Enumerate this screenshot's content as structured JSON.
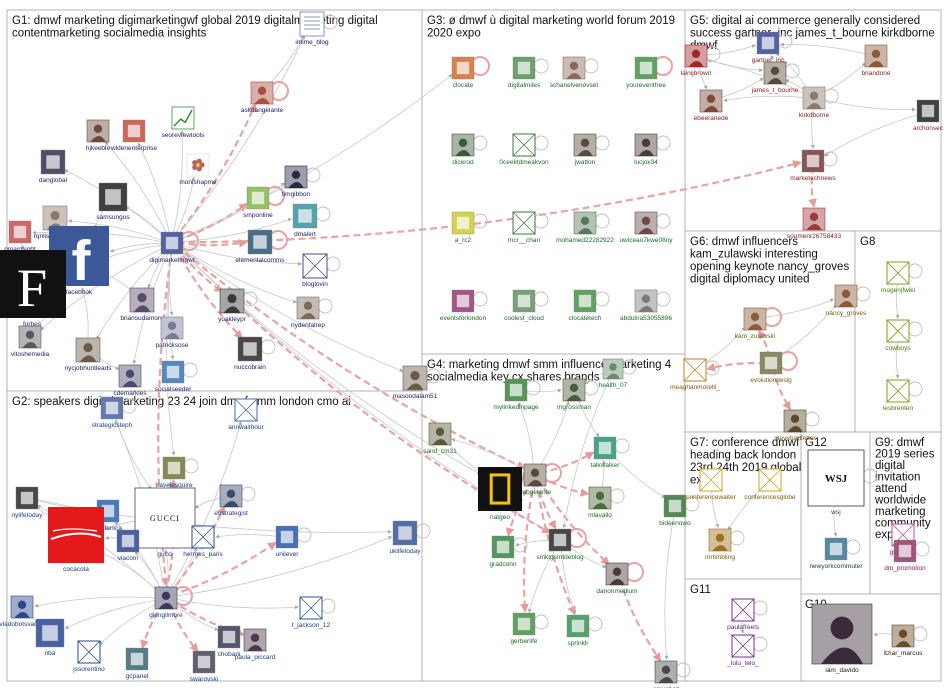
{
  "groups": [
    {
      "id": "G1",
      "title": [
        "G1: dmwf marketing digimarketingwf global 2019 digitalmarketing digital",
        "contentmarketing socialmedia insights"
      ],
      "label_color": "#1a1a6e"
    },
    {
      "id": "G2",
      "title": [
        "G2: speakers digitalmarketing 23 24 join dmwf smm london cmo ai"
      ],
      "label_color": "#1a3a8a"
    },
    {
      "id": "G3",
      "title": [
        "G3: ø dmwf ù digital marketing world forum 2019",
        "2020 expo"
      ],
      "label_color": "#1a6a2a"
    },
    {
      "id": "G4",
      "title": [
        "G4: marketing dmwf smm influencermarketing 4",
        "socialmedia key cx shares brands"
      ],
      "label_color": "#1a6a2a"
    },
    {
      "id": "G5",
      "title": [
        "G5: digital ai commerce generally considered",
        "success gartner_inc james_t_bourne kirkdborne",
        "dmwf"
      ],
      "label_color": "#8a1a1a"
    },
    {
      "id": "G6",
      "title": [
        "G6: dmwf influencers",
        "kam_zulawski interesting",
        "opening keynote nancy_groves",
        "digital diplomacy united"
      ],
      "label_color": "#7a5a10"
    },
    {
      "id": "G7",
      "title": [
        "G7: conference dmwf",
        "heading back london",
        "23rd 24th 2019 global",
        "expo"
      ],
      "label_color": "#7a5a10"
    },
    {
      "id": "G8",
      "title": [
        "G8"
      ],
      "label_color": "#4a7a10"
    },
    {
      "id": "G9",
      "title": [
        "G9: dmwf",
        "2019 series",
        "digital",
        "invitation",
        "attend",
        "worldwide",
        "marketing",
        "community",
        "explore"
      ],
      "label_color": "#8a1a5a"
    },
    {
      "id": "G10",
      "title": [
        "G10"
      ],
      "label_color": "#1a1a1a"
    },
    {
      "id": "G11",
      "title": [
        "G11"
      ],
      "label_color": "#5a1a8a"
    },
    {
      "id": "G12",
      "title": [
        "G12"
      ],
      "label_color": "#1a3a5a"
    }
  ],
  "nodes": [
    {
      "id": "intime_blog",
      "group": "G1",
      "label": "intime_blog",
      "icon": "document-icon",
      "color": "#6a7aa8"
    },
    {
      "id": "askdangelante",
      "group": "G1",
      "label": "askdangelante",
      "icon": "avatar-icon",
      "color": "#a85040"
    },
    {
      "id": "seoreviewtools",
      "group": "G1",
      "label": "seoreviewtools",
      "icon": "chart-icon",
      "color": "#3a8a3a"
    },
    {
      "id": "hjkeeble",
      "group": "G1",
      "label": "hjkeeble",
      "icon": "avatar-icon",
      "color": "#6a4a3a"
    },
    {
      "id": "widenenterprise",
      "group": "G1",
      "label": "widenenterprise",
      "icon": "logo-icon",
      "color": "#c04030"
    },
    {
      "id": "monishapme",
      "group": "G1",
      "label": "monishapme",
      "icon": "flower-icon",
      "color": "#c06060"
    },
    {
      "id": "danglobal",
      "group": "G1",
      "label": "danglobal",
      "icon": "logo-icon",
      "color": "#222244"
    },
    {
      "id": "timgibbon",
      "group": "G1",
      "label": "timgibbon",
      "icon": "avatar-icon",
      "color": "#2a2a44"
    },
    {
      "id": "samsungus",
      "group": "G1",
      "label": "samsungus",
      "icon": "logo-icon",
      "color": "#101010"
    },
    {
      "id": "smponline",
      "group": "G1",
      "label": "smponline",
      "icon": "logo-icon",
      "color": "#7ab040"
    },
    {
      "id": "dmalert",
      "group": "G1",
      "label": "dmalert",
      "icon": "logo-icon",
      "color": "#2a8a9a"
    },
    {
      "id": "rqnliskhxx3tlc2",
      "group": "G1",
      "label": "rqnliskhxx3tlc2",
      "icon": "avatar-icon",
      "color": "#8a7a6a"
    },
    {
      "id": "gmainsight",
      "group": "G1",
      "label": "gmainsight",
      "icon": "logo-icon",
      "color": "#c04040"
    },
    {
      "id": "digimarketingwf",
      "group": "G1",
      "label": "digimarketingwf",
      "icon": "logo-icon",
      "color": "#2a3a8a"
    },
    {
      "id": "elementalcomms",
      "group": "G1",
      "label": "elementalcomms",
      "icon": "logo-icon",
      "color": "#1a4a6a"
    },
    {
      "id": "facebook",
      "group": "G1",
      "label": "facebook",
      "icon": "facebook-icon",
      "color": "#3b5998"
    },
    {
      "id": "bloglovin",
      "group": "G1",
      "label": "bloglovin",
      "icon": "blank-icon",
      "color": "#4a4a8a"
    },
    {
      "id": "forbes",
      "group": "G1",
      "label": "forbes",
      "icon": "forbes-icon",
      "color": "#111111"
    },
    {
      "id": "briansudamore",
      "group": "G1",
      "label": "briansudamore",
      "icon": "avatar-icon",
      "color": "#5a4a6a"
    },
    {
      "id": "yoakleypr",
      "group": "G1",
      "label": "yoakleypr",
      "icon": "avatar-icon",
      "color": "#3a3a3a"
    },
    {
      "id": "nydentalrep",
      "group": "G1",
      "label": "nydentalrep",
      "icon": "avatar-icon",
      "color": "#7a6a5a"
    },
    {
      "id": "vitoshemedia",
      "group": "G1",
      "label": "vitoshemedia",
      "icon": "avatar-icon",
      "color": "#5a5a5a"
    },
    {
      "id": "patricksose",
      "group": "G1",
      "label": "patricksose",
      "icon": "avatar-icon",
      "color": "#7a7a9a"
    },
    {
      "id": "nuccobrain",
      "group": "G1",
      "label": "nuccobrain",
      "icon": "logo-icon",
      "color": "#1a1a1a"
    },
    {
      "id": "nycjobhuntleads",
      "group": "G1",
      "label": "nycjobhuntleads",
      "icon": "avatar-icon",
      "color": "#6a5a4a"
    },
    {
      "id": "cdemarkles",
      "group": "G1",
      "label": "cdemarkles",
      "icon": "avatar-icon",
      "color": "#4a4a6a"
    },
    {
      "id": "socialseeder",
      "group": "G1",
      "label": "socialseeder",
      "icon": "logo-icon",
      "color": "#2a6aaa"
    },
    {
      "id": "masoodalam51",
      "group": "G1",
      "label": "masoodalam51",
      "icon": "avatar-icon",
      "color": "#6a5a4a"
    },
    {
      "id": "clocate",
      "group": "G3",
      "label": "clocate",
      "icon": "logo-icon",
      "color": "#d06020"
    },
    {
      "id": "digitalmiles",
      "group": "G3",
      "label": "digitalmiles",
      "icon": "logo-icon",
      "color": "#4a8a4a"
    },
    {
      "id": "schanelvenovset",
      "group": "G3",
      "label": "schanelvenovset",
      "icon": "avatar-icon",
      "color": "#8a6a5a"
    },
    {
      "id": "youreventfree",
      "group": "G3",
      "label": "youreventfree",
      "icon": "logo-icon",
      "color": "#3a8a3a"
    },
    {
      "id": "dicerod",
      "group": "G3",
      "label": "dicerod",
      "icon": "avatar-icon",
      "color": "#3a5a3a"
    },
    {
      "id": "0ceektdmeakvon",
      "group": "G3",
      "label": "0ceektdmeakvon",
      "icon": "blank-icon",
      "color": "#3a7a3a"
    },
    {
      "id": "jwatton",
      "group": "G3",
      "label": "jwatton",
      "icon": "avatar-icon",
      "color": "#5a4a3a"
    },
    {
      "id": "lucjox34",
      "group": "G3",
      "label": "lucjox34",
      "icon": "avatar-icon",
      "color": "#4a3a3a"
    },
    {
      "id": "a_rc2",
      "group": "G3",
      "label": "a_rc2",
      "icon": "logo-icon",
      "color": "#c8c820"
    },
    {
      "id": "mcr__chan",
      "group": "G3",
      "label": "mcr__chan",
      "icon": "blank-icon",
      "color": "#3a7a3a"
    },
    {
      "id": "mohamed22282922",
      "group": "G3",
      "label": "mohamed22282922",
      "icon": "avatar-icon",
      "color": "#5a7a5a"
    },
    {
      "id": "uwiceao7kwe08ny",
      "group": "G3",
      "label": "uwiceao7kwe08ny",
      "icon": "avatar-icon",
      "color": "#6a4a4a"
    },
    {
      "id": "eventsforlondon",
      "group": "G3",
      "label": "eventsforlondon",
      "icon": "logo-icon",
      "color": "#8a2a6a"
    },
    {
      "id": "coolest_cloud",
      "group": "G3",
      "label": "coolest_cloud",
      "icon": "logo-icon",
      "color": "#5a8a5a"
    },
    {
      "id": "clocatetech",
      "group": "G3",
      "label": "clocatetech",
      "icon": "logo-icon",
      "color": "#3a8a3a"
    },
    {
      "id": "abdulira53055896",
      "group": "G3",
      "label": "abdulira53055896",
      "icon": "avatar-icon",
      "color": "#7a7a7a"
    },
    {
      "id": "lainijbrown",
      "group": "G5",
      "label": "lainijbrown",
      "icon": "avatar-icon",
      "color": "#a02a2a"
    },
    {
      "id": "gartner_inc",
      "group": "G5",
      "label": "gartner_inc",
      "icon": "logo-icon",
      "color": "#2a3a8a"
    },
    {
      "id": "briandone",
      "group": "G5",
      "label": "briandone",
      "icon": "avatar-icon",
      "color": "#8a5a3a"
    },
    {
      "id": "james_t_bourne",
      "group": "G5",
      "label": "james_t_bourne",
      "icon": "avatar-icon",
      "color": "#5a4a3a"
    },
    {
      "id": "ebeeranede",
      "group": "G5",
      "label": "ebeeranede",
      "icon": "avatar-icon",
      "color": "#7a4a3a"
    },
    {
      "id": "kirkdborne",
      "group": "G5",
      "label": "kirkdborne",
      "icon": "avatar-icon",
      "color": "#8a7a6a"
    },
    {
      "id": "archonsec",
      "group": "G5",
      "label": "archonsec",
      "icon": "logo-icon",
      "color": "#111111"
    },
    {
      "id": "marketechnews",
      "group": "G5",
      "label": "marketechnews",
      "icon": "logo-icon",
      "color": "#6a2a2a"
    },
    {
      "id": "soumenr26758433",
      "group": "G5",
      "label": "soumenr26758433",
      "icon": "avatar-icon",
      "color": "#a03a3a"
    },
    {
      "id": "kam_zulawski",
      "group": "G6",
      "label": "kam_zulawski",
      "icon": "avatar-icon",
      "color": "#8a5a3a"
    },
    {
      "id": "nancy_groves",
      "group": "G6",
      "label": "nancy_groves",
      "icon": "avatar-icon",
      "color": "#8a5a3a"
    },
    {
      "id": "meaghanmorelli",
      "group": "G6",
      "label": "meaghanmorelli_",
      "icon": "blank-icon",
      "color": "#c08020"
    },
    {
      "id": "evolutiondesig",
      "group": "G6",
      "label": "evolutiondesig",
      "icon": "logo-icon",
      "color": "#6a6a3a"
    },
    {
      "id": "stevehartletter",
      "group": "G6",
      "label": "stevehartletter",
      "icon": "avatar-icon",
      "color": "#5a4a2a"
    },
    {
      "id": "mogenjfwikl",
      "group": "G8",
      "label": "mogenjfwikl",
      "icon": "blank-icon",
      "color": "#7aa020"
    },
    {
      "id": "cowboys",
      "group": "G8",
      "label": "cowboys",
      "icon": "blank-icon",
      "color": "#7aa020"
    },
    {
      "id": "lesbrenten",
      "group": "G8",
      "label": "lesbrenten",
      "icon": "blank-icon",
      "color": "#7aa020"
    },
    {
      "id": "wsj",
      "group": "G12",
      "label": "wsj",
      "icon": "wsj-icon",
      "color": "#222222"
    },
    {
      "id": "newyorkcommuter",
      "group": "G12",
      "label": "newyorkcommuter",
      "icon": "logo-icon",
      "color": "#2a6a8a"
    },
    {
      "id": "gm_andy",
      "group": "G9",
      "label": "gm_andy",
      "icon": "blank-icon",
      "color": "#c050a0"
    },
    {
      "id": "dm_promotion",
      "group": "G9",
      "label": "dm_promotion",
      "icon": "logo-icon",
      "color": "#8a2a5a"
    },
    {
      "id": "conferenceswaiter",
      "group": "G7",
      "label": "conferencewaiter",
      "icon": "blank-icon",
      "color": "#d0a020"
    },
    {
      "id": "conferencesglobe",
      "group": "G7",
      "label": "conferencesglobe",
      "icon": "blank-icon",
      "color": "#d0a020"
    },
    {
      "id": "mrtimbling",
      "group": "G7",
      "label": "mrtimbling",
      "icon": "avatar-icon",
      "color": "#a07020"
    },
    {
      "id": "paulafreels",
      "group": "G11",
      "label": "paulafreels",
      "icon": "blank-icon",
      "color": "#7a2a9a"
    },
    {
      "id": "_lulu_telo_",
      "group": "G11",
      "label": "_lulu_telo_",
      "icon": "blank-icon",
      "color": "#7a2a9a"
    },
    {
      "id": "iam_davido",
      "group": "G10",
      "label": "iam_davido",
      "icon": "avatar-icon",
      "color": "#3a2a3a"
    },
    {
      "id": "itziar_marcus",
      "group": "G10",
      "label": "itziar_marcus",
      "icon": "avatar-icon",
      "color": "#6a4a2a"
    },
    {
      "id": "strategicsteph",
      "group": "G2",
      "label": "strategicsteph",
      "icon": "logo-icon",
      "color": "#3a5a9a"
    },
    {
      "id": "annwaithour",
      "group": "G2",
      "label": "annwaithour",
      "icon": "blank-icon",
      "color": "#4a6aaa"
    },
    {
      "id": "travelesquire",
      "group": "G2",
      "label": "travelesquire",
      "icon": "logo-icon",
      "color": "#6a6a2a"
    },
    {
      "id": "nylifetoday",
      "group": "G2",
      "label": "nylifetoday",
      "icon": "logo-icon",
      "color": "#1a1a1a"
    },
    {
      "id": "telefonica",
      "group": "G2",
      "label": "telefonica",
      "icon": "logo-icon",
      "color": "#1a5aaa"
    },
    {
      "id": "gucci",
      "group": "G2",
      "label": "gucci",
      "icon": "gucci-icon",
      "color": "#111111"
    },
    {
      "id": "eustrategist",
      "group": "G2",
      "label": "eustrategist",
      "icon": "avatar-icon",
      "color": "#3a4a6a"
    },
    {
      "id": "cocacola",
      "group": "G2",
      "label": "cocacola",
      "icon": "cocacola-icon",
      "color": "#e41a1a"
    },
    {
      "id": "viacom",
      "group": "G2",
      "label": "viacom",
      "icon": "logo-icon",
      "color": "#1a3a8a"
    },
    {
      "id": "hermes_paris",
      "group": "G2",
      "label": "hermes_paris",
      "icon": "blank-icon",
      "color": "#2a4a9a"
    },
    {
      "id": "unilever",
      "group": "G2",
      "label": "unilever",
      "icon": "logo-icon",
      "color": "#1a4aa0"
    },
    {
      "id": "uklifetoday",
      "group": "G2",
      "label": "uklifetoday",
      "icon": "logo-icon",
      "color": "#2a4a8a"
    },
    {
      "id": "glengilmore",
      "group": "G2",
      "label": "glengilmore",
      "icon": "avatar-icon",
      "color": "#3a3a5a"
    },
    {
      "id": "vladobotsvadze",
      "group": "G2",
      "label": "vladobotsvadze",
      "icon": "avatar-icon",
      "color": "#2a4a8a"
    },
    {
      "id": "nba",
      "group": "G2",
      "label": "nba",
      "icon": "logo-icon",
      "color": "#1a3a8a"
    },
    {
      "id": "t_jackson_12",
      "group": "G2",
      "label": "t_jackson_12",
      "icon": "blank-icon",
      "color": "#2a5a9a"
    },
    {
      "id": "jssorentino",
      "group": "G2",
      "label": "jssorentino",
      "icon": "blank-icon",
      "color": "#2a4a8a"
    },
    {
      "id": "chobani",
      "group": "G2",
      "label": "chobani",
      "icon": "logo-icon",
      "color": "#2a2a4a"
    },
    {
      "id": "paula_piccard",
      "group": "G2",
      "label": "paula_piccard",
      "icon": "avatar-icon",
      "color": "#4a3a4a"
    },
    {
      "id": "gcpanel",
      "group": "G2",
      "label": "gcpanel",
      "icon": "logo-icon",
      "color": "#2a5a6a"
    },
    {
      "id": "swarovski",
      "group": "G2",
      "label": "swarovski",
      "icon": "logo-icon",
      "color": "#3a3a4a"
    },
    {
      "id": "health_07",
      "group": "G4",
      "label": "health_07",
      "icon": "avatar-icon",
      "color": "#6a8a6a"
    },
    {
      "id": "mylinkedinpage",
      "group": "G4",
      "label": "mylinkedinpage",
      "icon": "logo-icon",
      "color": "#2a7a2a"
    },
    {
      "id": "mgrossman",
      "group": "G4",
      "label": "mgrossman",
      "icon": "avatar-icon",
      "color": "#4a5a3a"
    },
    {
      "id": "sand_cm31",
      "group": "G4",
      "label": "sand_cm31",
      "icon": "avatar-icon",
      "color": "#5a5a3a"
    },
    {
      "id": "talkwalker",
      "group": "G4",
      "label": "talkwalker",
      "icon": "logo-icon",
      "color": "#1a8a6a"
    },
    {
      "id": "dangelante",
      "group": "G4",
      "label": "dangelante",
      "icon": "avatar-icon",
      "color": "#5a4a3a"
    },
    {
      "id": "natgeo",
      "group": "G4",
      "label": "natgeo",
      "icon": "natgeo-icon",
      "color": "#f4c400"
    },
    {
      "id": "mlavallo",
      "group": "G4",
      "label": "mlavallo",
      "icon": "avatar-icon",
      "color": "#4a6a3a"
    },
    {
      "id": "bideenowo",
      "group": "G4",
      "label": "bideenowo",
      "icon": "logo-icon",
      "color": "#2a6a2a"
    },
    {
      "id": "smktgsmtdeblog",
      "group": "G4",
      "label": "smktgsmtdeblog",
      "icon": "logo-icon",
      "color": "#1a1a1a"
    },
    {
      "id": "gradconn",
      "group": "G4",
      "label": "gradconn",
      "icon": "logo-icon",
      "color": "#2a7a3a"
    },
    {
      "id": "danonmedium",
      "group": "G4",
      "label": "danonmedium",
      "icon": "avatar-icon",
      "color": "#4a3a3a"
    },
    {
      "id": "gerberlife",
      "group": "G4",
      "label": "gerberlife",
      "icon": "logo-icon",
      "color": "#3a8a3a"
    },
    {
      "id": "sprinklr",
      "group": "G4",
      "label": "sprinklr",
      "icon": "logo-icon",
      "color": "#2a8a4a"
    },
    {
      "id": "cmushoit",
      "group": "G4",
      "label": "cmushoit",
      "icon": "avatar-icon",
      "color": "#4a4a4a"
    }
  ]
}
